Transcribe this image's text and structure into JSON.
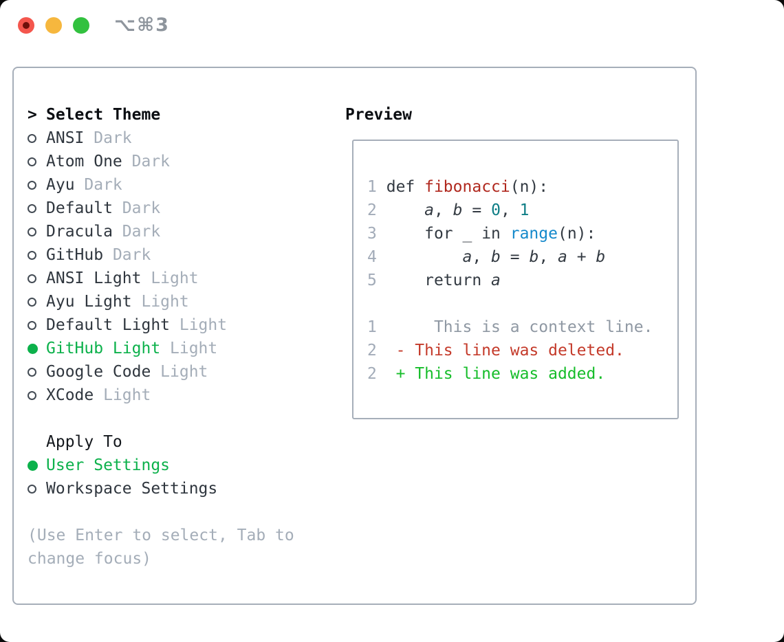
{
  "window": {
    "shortcut": "⌥⌘3"
  },
  "left": {
    "title_prefix": ">",
    "title": "Select Theme",
    "themes": [
      {
        "name": "ANSI",
        "variant": "Dark",
        "selected": false
      },
      {
        "name": "Atom One",
        "variant": "Dark",
        "selected": false
      },
      {
        "name": "Ayu",
        "variant": "Dark",
        "selected": false
      },
      {
        "name": "Default",
        "variant": "Dark",
        "selected": false
      },
      {
        "name": "Dracula",
        "variant": "Dark",
        "selected": false
      },
      {
        "name": "GitHub",
        "variant": "Dark",
        "selected": false
      },
      {
        "name": "ANSI Light",
        "variant": "Light",
        "selected": false
      },
      {
        "name": "Ayu Light",
        "variant": "Light",
        "selected": false
      },
      {
        "name": "Default Light",
        "variant": "Light",
        "selected": false
      },
      {
        "name": "GitHub Light",
        "variant": "Light",
        "selected": true
      },
      {
        "name": "Google Code",
        "variant": "Light",
        "selected": false
      },
      {
        "name": "XCode",
        "variant": "Light",
        "selected": false
      }
    ],
    "apply": {
      "title": "Apply To",
      "options": [
        {
          "name": "User Settings",
          "selected": true
        },
        {
          "name": "Workspace Settings",
          "selected": false
        }
      ]
    },
    "hint": "(Use Enter to select, Tab to change focus)"
  },
  "preview": {
    "title": "Preview",
    "lines": [
      {
        "segs": [
          [
            "1",
            "ln"
          ],
          [
            " ",
            "code"
          ],
          [
            "def ",
            "code"
          ],
          [
            "fibonacci",
            "fn"
          ],
          [
            "(n):",
            "code"
          ]
        ]
      },
      {
        "segs": [
          [
            "2",
            "ln"
          ],
          [
            "     ",
            "code"
          ],
          [
            "a",
            "var"
          ],
          [
            ", ",
            "code"
          ],
          [
            "b",
            "var"
          ],
          [
            " = ",
            "code"
          ],
          [
            "0",
            "num"
          ],
          [
            ", ",
            "code"
          ],
          [
            "1",
            "num"
          ]
        ]
      },
      {
        "segs": [
          [
            "3",
            "ln"
          ],
          [
            "     ",
            "code"
          ],
          [
            "for _ in ",
            "code"
          ],
          [
            "range",
            "call"
          ],
          [
            "(n):",
            "code"
          ]
        ]
      },
      {
        "segs": [
          [
            "4",
            "ln"
          ],
          [
            "         ",
            "code"
          ],
          [
            "a",
            "var"
          ],
          [
            ", ",
            "code"
          ],
          [
            "b",
            "var"
          ],
          [
            " = ",
            "code"
          ],
          [
            "b",
            "var"
          ],
          [
            ", ",
            "code"
          ],
          [
            "a",
            "var"
          ],
          [
            " + ",
            "code"
          ],
          [
            "b",
            "var"
          ]
        ]
      },
      {
        "segs": [
          [
            "5",
            "ln"
          ],
          [
            "     ",
            "code"
          ],
          [
            "return ",
            "code"
          ],
          [
            "a",
            "var"
          ]
        ]
      },
      {
        "segs": [
          [
            "",
            "code"
          ]
        ]
      },
      {
        "segs": [
          [
            "1",
            "ln"
          ],
          [
            "      ",
            "code"
          ],
          [
            "This is a context line.",
            "ctx"
          ]
        ]
      },
      {
        "segs": [
          [
            "2",
            "ln"
          ],
          [
            "  ",
            "code"
          ],
          [
            "- This line was deleted.",
            "del"
          ]
        ]
      },
      {
        "segs": [
          [
            "2",
            "ln"
          ],
          [
            "  ",
            "code"
          ],
          [
            "+ This line was added.",
            "add"
          ]
        ]
      }
    ]
  },
  "colors": {
    "selection_green": "#0cb14b",
    "added_green": "#16bd2a",
    "deleted_red": "#c43a2a",
    "function_red": "#b0281e",
    "call_blue": "#1489cb",
    "number_teal": "#0d7d85",
    "muted_gray": "#a4adb8",
    "border_gray": "#a6aeb9",
    "traffic_red": "#f4564d",
    "traffic_yellow": "#f6b73e",
    "traffic_green": "#32c13f"
  }
}
